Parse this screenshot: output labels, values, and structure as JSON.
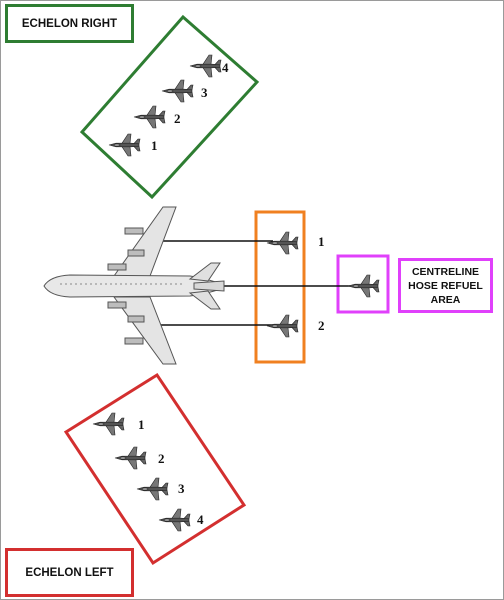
{
  "labels": {
    "echelon_right": "ECHELON RIGHT",
    "echelon_left": "ECHELON LEFT",
    "centreline": "CENTRELINE\nHOSE REFUEL\nAREA"
  },
  "echelon_right": {
    "numbers": [
      "4",
      "3",
      "2",
      "1"
    ]
  },
  "wing_refuel": {
    "numbers": [
      "1",
      "2"
    ]
  },
  "echelon_left": {
    "numbers": [
      "1",
      "2",
      "3",
      "4"
    ]
  },
  "colors": {
    "echelon_right": "#2e7d32",
    "echelon_left": "#d32f2f",
    "wing_area": "#f08020",
    "centreline_area": "#e040fb",
    "hose": "#111111"
  },
  "icons": {
    "tanker": "tanker-aircraft-icon",
    "receiver": "fighter-jet-icon"
  }
}
